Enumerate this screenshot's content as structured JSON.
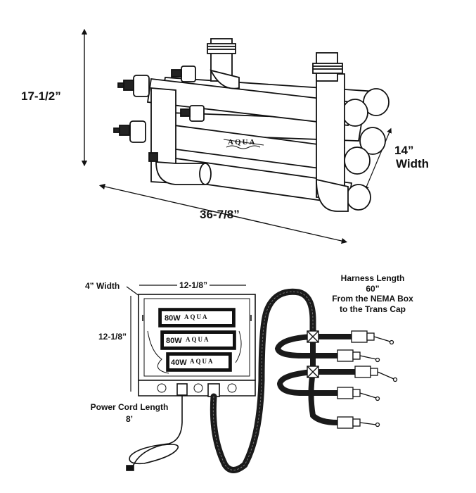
{
  "reactor": {
    "height_dim": "17-1/2”",
    "width_dim": "14”",
    "width_word": "Width",
    "length_dim": "36-7/8”",
    "logo": "AQUA"
  },
  "nema_box": {
    "depth_label": "4” Width",
    "width_dim": "12-1/8”",
    "height_dim": "12-1/8”",
    "ballasts": [
      {
        "watts": "80W",
        "logo": "AQUA"
      },
      {
        "watts": "80W",
        "logo": "AQUA"
      },
      {
        "watts": "40W",
        "logo": "AQUA"
      }
    ]
  },
  "power_cord": {
    "label": "Power Cord Length",
    "value": "8’"
  },
  "harness": {
    "line1": "Harness Length",
    "line2": "60”",
    "line3": "From the NEMA Box",
    "line4": "to the Trans Cap"
  },
  "colors": {
    "line": "#111111",
    "pipe_fill": "#ffffff",
    "harness": "#1a1a1a"
  }
}
